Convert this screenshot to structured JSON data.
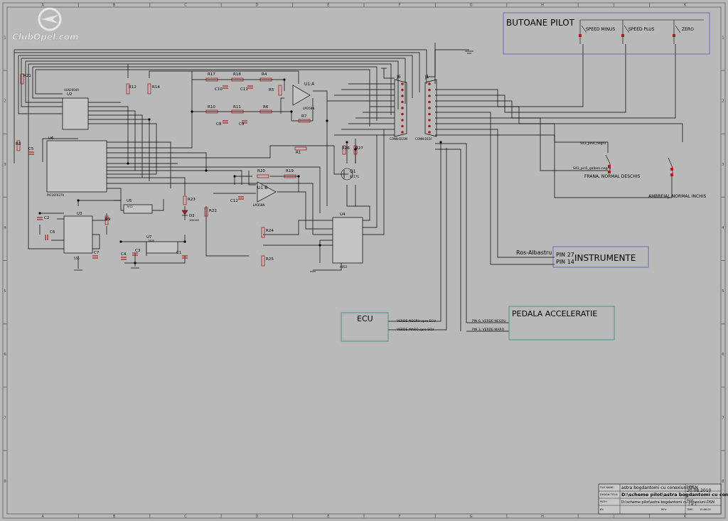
{
  "logo": {
    "text": "ClubOpel.com"
  },
  "border": {
    "columns": [
      "A",
      "B",
      "C",
      "D",
      "E",
      "F",
      "G",
      "H",
      "J",
      "K"
    ],
    "rows": [
      "1",
      "2",
      "3",
      "4",
      "5",
      "6",
      "7",
      "8"
    ]
  },
  "blocks": {
    "butoane_pilot": "BUTOANE PILOT",
    "speed_minus": "SPEED MINUS",
    "speed_plus": "SPEED PLUS",
    "zero": "ZERO",
    "instrumente": "INSTRUMENTE",
    "pin27": "PIN 27",
    "pin14": "PIN 14",
    "ros_albastru": "Ros-Albastru",
    "ecu": "ECU",
    "pedala": "PEDALA ACCELERATIE",
    "verde_negru_ecu": "VERDE-NEGRU spre ECU",
    "verde_maro_ecu": "VERDE-MARO spre ECU",
    "pin6": "PIN 6, VERDE-NEGRU",
    "pin3": "PIN 3, VERDE-MARO",
    "frana": "FRANA, NORMAL DESCHIS",
    "ambreiaj": "AMBREIAJ, NORMAL INCHIS",
    "s43_pin4": "S43_pin4_negru",
    "s43_pin5": "S43_pin5_galben-negru",
    "conn_j6": "CONN-D15M",
    "conn_j1": "CONN-D15F"
  },
  "components": {
    "R21": "R21",
    "R12": "R12",
    "R14": "R14",
    "R17": "R17",
    "R18": "R18",
    "R4": "R4",
    "R5": "R5",
    "R10": "R10",
    "R11": "R11",
    "R6": "R6",
    "R7": "R7",
    "R8": "R8",
    "R1": "R1",
    "R26": "R26",
    "R27": "R27",
    "R20": "R20",
    "R19": "R19",
    "R23": "R23",
    "R22": "R22",
    "R24": "R24",
    "R25": "R25",
    "R9": "R9",
    "C10": "C10",
    "C11": "C11",
    "C8": "C8",
    "C9": "C9",
    "C5": "C5",
    "C12": "C12",
    "C2": "C2",
    "C6": "C6",
    "C7": "C7",
    "C4": "C4",
    "C3": "C3",
    "C1": "C1",
    "U2": "U2",
    "U6": "U6",
    "U3": "U3",
    "U5": "U5",
    "U7": "U7",
    "U4": "U4",
    "U1A": "U1:A",
    "U1B": "U1:B",
    "Q1": "Q1",
    "D2": "D2",
    "J6": "J6",
    "J1": "J1",
    "U2_part": "ULN2004A",
    "U6_part": "PIC16F627A",
    "U3_part": "555",
    "U1_part": "LM358N",
    "U4_part": "4053",
    "Q1_part": "BC171",
    "D2_part": "1N4148",
    "U5_part": "7812",
    "U7_part": "7805"
  },
  "title_block": {
    "file_name_label": "FILE NAME:",
    "file_name": "astra bogdantomi cu conexiuni.DSN",
    "date_label": "DATE:",
    "date": "20.08.2010",
    "design_title_label": "DESIGN TITLE:",
    "design_title": "D:\\scheme pilot\\astra bogdantomi cu conexiuni",
    "page_label": "PAGE:",
    "path_label": "PATH:",
    "path": "D:\\scheme pilot\\astra bogdantomi cu conexiuni.DSN",
    "page": "1 of 1",
    "by_label": "BY:",
    "rev_label": "REV:",
    "time_label": "TIME:",
    "time": "15:06:05"
  }
}
